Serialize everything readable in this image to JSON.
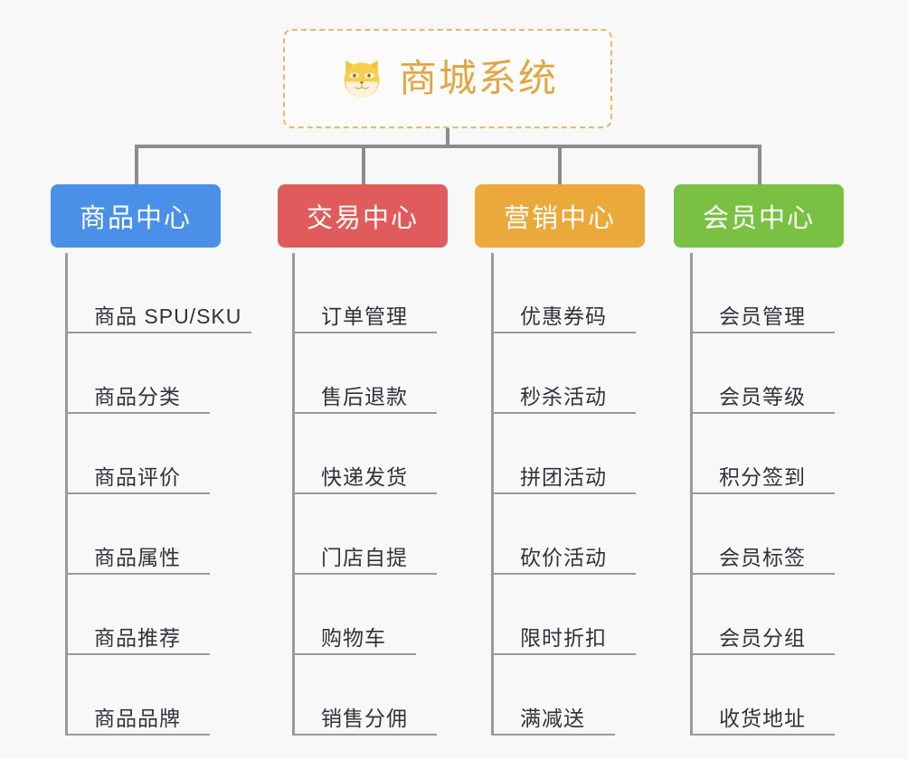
{
  "page": {
    "background_color": "#f8f8f8",
    "line_color": "#8c8c8c",
    "item_line_color": "#9a9a9a",
    "item_text_color": "#30333a"
  },
  "root": {
    "title": "商城系统",
    "icon": "dog-face-icon",
    "title_color": "#e0a843",
    "border_color": "#e8b963"
  },
  "categories": [
    {
      "label": "商品中心",
      "color": "#4a90e8",
      "items": [
        {
          "label": "商品 SPU/SKU"
        },
        {
          "label": "商品分类"
        },
        {
          "label": "商品评价"
        },
        {
          "label": "商品属性"
        },
        {
          "label": "商品推荐"
        },
        {
          "label": "商品品牌"
        }
      ]
    },
    {
      "label": "交易中心",
      "color": "#e05c5c",
      "items": [
        {
          "label": "订单管理"
        },
        {
          "label": "售后退款"
        },
        {
          "label": "快递发货"
        },
        {
          "label": "门店自提"
        },
        {
          "label": "购物车"
        },
        {
          "label": "销售分佣"
        }
      ]
    },
    {
      "label": "营销中心",
      "color": "#eba93c",
      "items": [
        {
          "label": "优惠券码"
        },
        {
          "label": "秒杀活动"
        },
        {
          "label": "拼团活动"
        },
        {
          "label": "砍价活动"
        },
        {
          "label": "限时折扣"
        },
        {
          "label": "满减送"
        }
      ]
    },
    {
      "label": "会员中心",
      "color": "#7ac143",
      "items": [
        {
          "label": "会员管理"
        },
        {
          "label": "会员等级"
        },
        {
          "label": "积分签到"
        },
        {
          "label": "会员标签"
        },
        {
          "label": "会员分组"
        },
        {
          "label": "收货地址"
        }
      ]
    }
  ]
}
